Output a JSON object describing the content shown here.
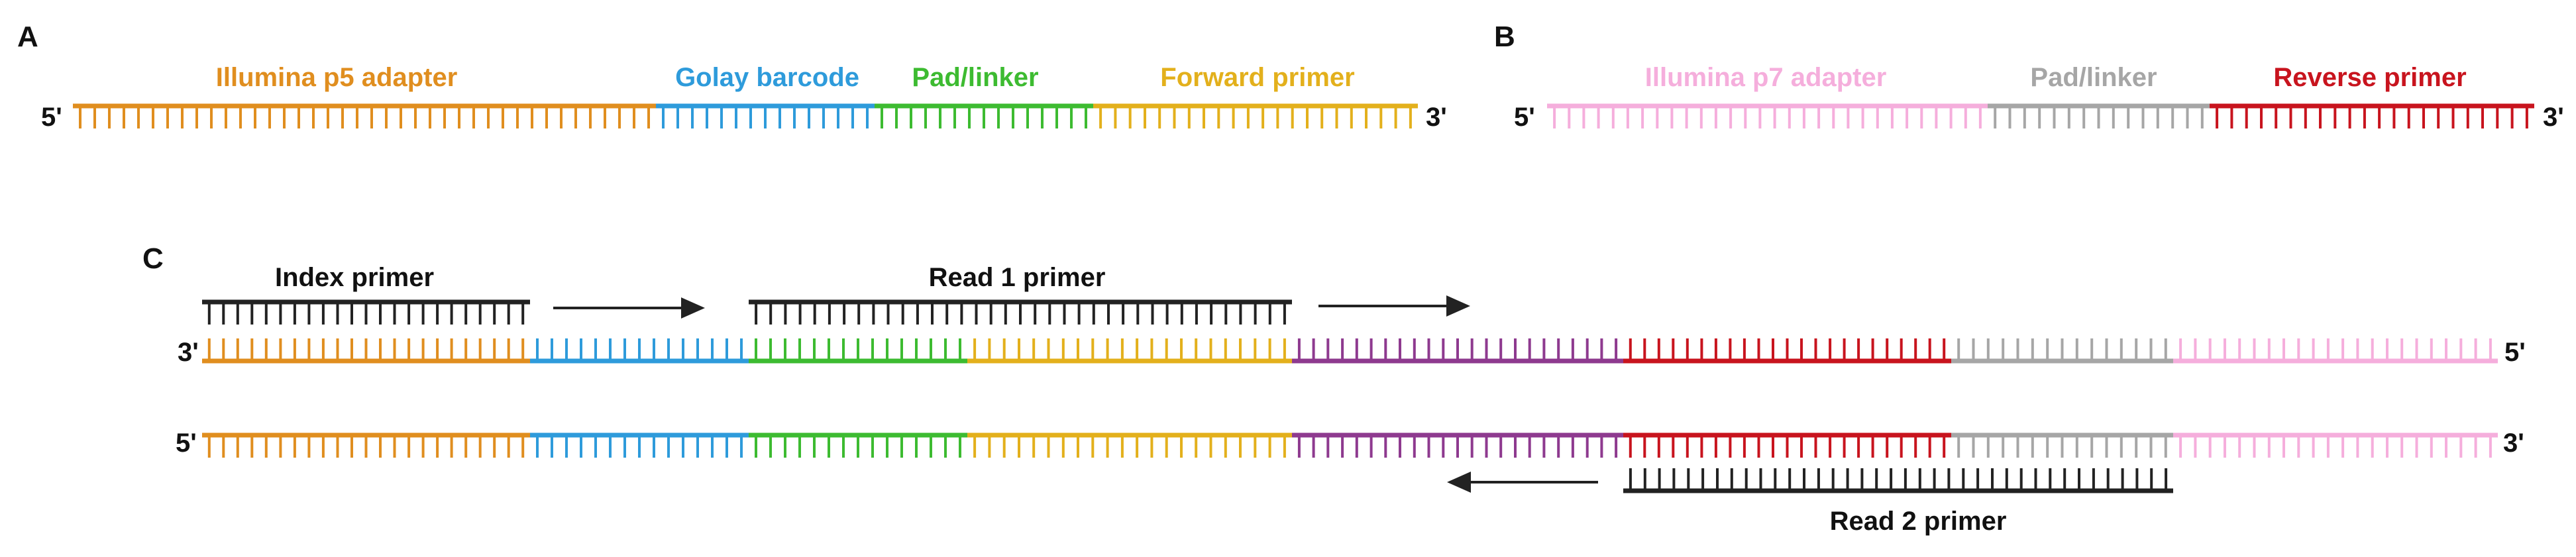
{
  "colors": {
    "p5": "#E08E1F",
    "barcode": "#2E9BDB",
    "linker": "#3DBB31",
    "forward": "#E3B01C",
    "p7": "#F5AEDC",
    "pad": "#A6A6A6",
    "reverse": "#C8141E",
    "insert": "#8E3A8F",
    "primer": "#222222"
  },
  "panel_a": {
    "letter": "A",
    "end_left": "5'",
    "end_right": "3'",
    "labels": {
      "p5": "Illumina p5 adapter",
      "barcode": "Golay barcode",
      "linker": "Pad/linker",
      "forward": "Forward primer"
    }
  },
  "panel_b": {
    "letter": "B",
    "end_left": "5'",
    "end_right": "3'",
    "labels": {
      "p7": "Illumina p7 adapter",
      "pad": "Pad/linker",
      "reverse": "Reverse primer"
    }
  },
  "panel_c": {
    "letter": "C",
    "top_end_left": "3'",
    "top_end_right": "5'",
    "bottom_end_left": "5'",
    "bottom_end_right": "3'",
    "primers": {
      "index": "Index primer",
      "read1": "Read 1 primer",
      "read2": "Read 2 primer"
    }
  }
}
